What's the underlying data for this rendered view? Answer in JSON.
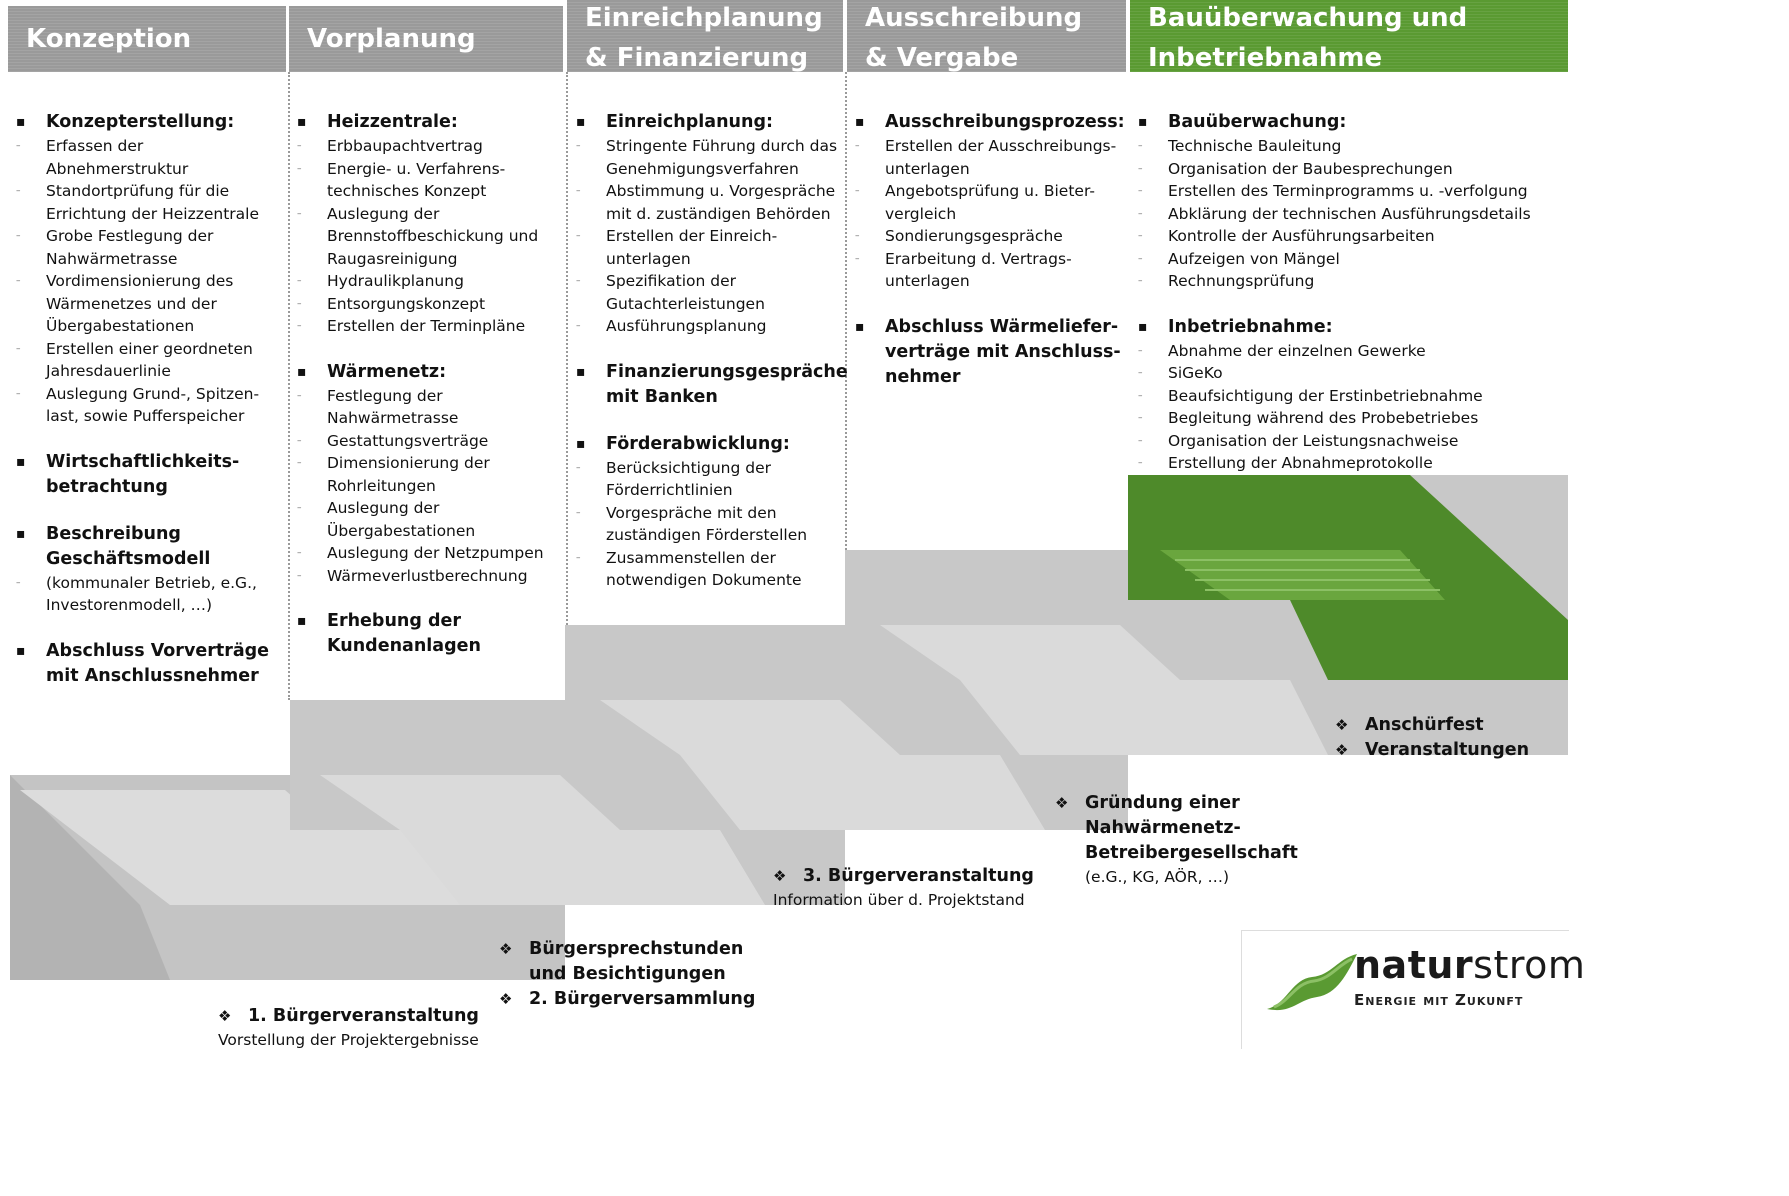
{
  "headers": [
    {
      "title": "Konzeption"
    },
    {
      "title": "Vorplanung"
    },
    {
      "title": "Einreichplanung & Finanzierung"
    },
    {
      "title": "Ausschreibung & Vergabe"
    },
    {
      "title": "Bauüberwachung und Inbetriebnahme"
    }
  ],
  "columns": [
    {
      "sections": [
        {
          "heading": "Konzepterstellung:",
          "items": [
            "Erfassen der Abnehmerstruktur",
            "Standortprüfung für die Errichtung der Heizzentrale",
            "Grobe Festlegung der Nahwärmetrasse",
            "Vordimensionierung des Wärmenetzes und der Übergabestationen",
            "Erstellen einer geordneten Jahresdauerlinie",
            "Auslegung Grund-, Spitzen-last, sowie Pufferspeicher"
          ]
        },
        {
          "heading": "Wirtschaftlichkeits-betrachtung",
          "items": []
        },
        {
          "heading": "Beschreibung Geschäftsmodell",
          "items": [],
          "note": "(kommunaler Betrieb, e.G., Investorenmodell, …)"
        },
        {
          "heading": "Abschluss Vorverträge mit Anschlussnehmer",
          "items": []
        }
      ]
    },
    {
      "sections": [
        {
          "heading": "Heizzentrale:",
          "items": [
            "Erbbaupachtvertrag",
            "Energie- u. Verfahrens-technisches Konzept",
            "Auslegung der Brennstoffbeschickung und Raugasreinigung",
            "Hydraulikplanung",
            "Entsorgungskonzept",
            "Erstellen der Terminpläne"
          ]
        },
        {
          "heading": "Wärmenetz:",
          "items": [
            "Festlegung der Nahwärmetrasse",
            "Gestattungsverträge",
            "Dimensionierung der Rohrleitungen",
            "Auslegung der Übergabestationen",
            "Auslegung der Netzpumpen",
            "Wärmeverlustberechnung"
          ]
        },
        {
          "heading": "Erhebung der Kundenanlagen",
          "items": []
        }
      ]
    },
    {
      "sections": [
        {
          "heading": "Einreichplanung:",
          "items": [
            "Stringente Führung durch das Genehmigungsverfahren",
            "Abstimmung u. Vorgespräche mit d. zuständigen Behörden",
            "Erstellen der Einreich-unterlagen",
            "Spezifikation der Gutachterleistungen",
            "Ausführungsplanung"
          ]
        },
        {
          "heading": "Finanzierungsgespräche mit Banken",
          "items": []
        },
        {
          "heading": "Förderabwicklung:",
          "items": [
            "Berücksichtigung der Förderrichtlinien",
            "Vorgespräche mit den zuständigen Förderstellen",
            "Zusammenstellen der notwendigen Dokumente"
          ]
        }
      ]
    },
    {
      "sections": [
        {
          "heading": "Ausschreibungsprozess:",
          "items": [
            "Erstellen der Ausschreibungs-unterlagen",
            "Angebotsprüfung u. Bieter-vergleich",
            "Sondierungsgespräche",
            "Erarbeitung d. Vertrags-unterlagen"
          ]
        },
        {
          "heading": "Abschluss Wärmeliefer-verträge mit Anschluss-nehmer",
          "items": []
        }
      ]
    },
    {
      "sections": [
        {
          "heading": "Bauüberwachung:",
          "items": [
            "Technische Bauleitung",
            "Organisation der Baubesprechungen",
            "Erstellen des Terminprogramms u. -verfolgung",
            "Abklärung der technischen Ausführungsdetails",
            "Kontrolle der Ausführungsarbeiten",
            "Aufzeigen von Mängel",
            "Rechnungsprüfung"
          ]
        },
        {
          "heading": "Inbetriebnahme:",
          "items": [
            "Abnahme der einzelnen Gewerke",
            "SiGeKo",
            "Beaufsichtigung der Erstinbetriebnahme",
            "Begleitung während des Probebetriebes",
            "Organisation der Leistungsnachweise",
            "Erstellung der Abnahmeprotokolle"
          ]
        }
      ]
    }
  ],
  "events": {
    "e1": {
      "title": "1. Bürgerveranstaltung",
      "sub": "Vorstellung der Projektergebnisse"
    },
    "e2": {
      "title1": "Bürgersprechstunden und Besichtigungen",
      "title2": "2. Bürgerversammlung"
    },
    "e3": {
      "title": "3. Bürgerveranstaltung",
      "sub": "Information über d. Projektstand"
    },
    "e4": {
      "title": "Gründung einer Nahwärmenetz-Betreibergesellschaft",
      "sub": "(e.G., KG, AÖR, …)"
    },
    "e5": {
      "title1": "Anschürfest",
      "title2": "Veranstaltungen"
    }
  },
  "logo": {
    "brand_bold": "natur",
    "brand_regular": "strom",
    "tagline": "Energie mit Zukunft"
  },
  "colors": {
    "header_gray": "#9a9a9a",
    "header_green": "#5a9a32",
    "stair_gray": "#c9c9c9",
    "stair_light": "#e0e0e0",
    "stair_dark": "#b4b4b4",
    "stair_green": "#4e8a2a",
    "stair_green_light": "#6aa63e"
  }
}
